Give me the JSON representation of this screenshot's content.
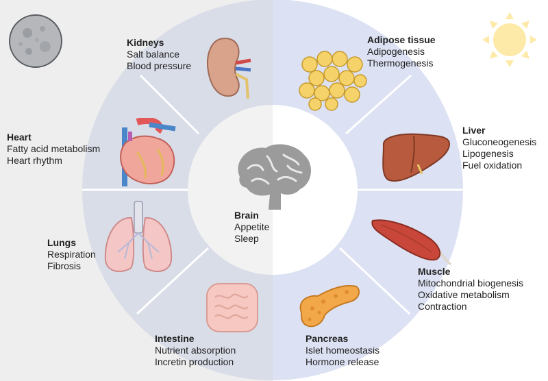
{
  "colors": {
    "night_background": "#eeeeee",
    "day_background": "#ffffff",
    "night_ring": "#d9dde8",
    "day_ring": "#dce1f3",
    "center_night": "#f2f2f2",
    "center_day": "#ffffff",
    "divider": "#ffffff"
  },
  "icons": {
    "moon": "moon-icon",
    "sun": "sun-icon",
    "brain": "brain-icon",
    "kidneys": "kidney-icon",
    "heart": "heart-icon",
    "lungs": "lungs-icon",
    "intestine": "intestine-icon",
    "adipose": "fat-cells-icon",
    "liver": "liver-icon",
    "muscle": "muscle-icon",
    "pancreas": "pancreas-icon"
  },
  "center": {
    "title": "Brain",
    "lines": [
      "Appetite",
      "Sleep"
    ]
  },
  "organs": {
    "kidneys": {
      "title": "Kidneys",
      "lines": [
        "Salt balance",
        "Blood pressure"
      ]
    },
    "heart": {
      "title": "Heart",
      "lines": [
        "Fatty acid metabolism",
        "Heart rhythm"
      ]
    },
    "lungs": {
      "title": "Lungs",
      "lines": [
        "Respiration",
        "Fibrosis"
      ]
    },
    "intestine": {
      "title": "Intestine",
      "lines": [
        "Nutrient absorption",
        "Incretin production"
      ]
    },
    "adipose": {
      "title": "Adipose tissue",
      "lines": [
        "Adipogenesis",
        "Thermogenesis"
      ]
    },
    "liver": {
      "title": "Liver",
      "lines": [
        "Gluconeogenesis",
        "Lipogenesis",
        "Fuel oxidation"
      ]
    },
    "muscle": {
      "title": "Muscle",
      "lines": [
        "Mitochondrial biogenesis",
        "Oxidative metabolism",
        "Contraction"
      ]
    },
    "pancreas": {
      "title": "Pancreas",
      "lines": [
        "Islet homeostasis",
        "Hormone release"
      ]
    }
  }
}
